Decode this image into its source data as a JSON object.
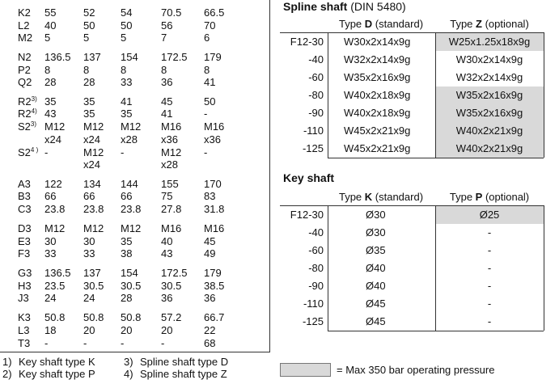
{
  "dim_table": {
    "rows": [
      {
        "label": "K2",
        "sup": "",
        "values": [
          "55",
          "52",
          "54",
          "70.5",
          "66.5"
        ]
      },
      {
        "label": "L2",
        "sup": "",
        "values": [
          "40",
          "50",
          "50",
          "56",
          "70"
        ]
      },
      {
        "label": "M2",
        "sup": "",
        "values": [
          "5",
          "5",
          "5",
          "7",
          "6"
        ]
      },
      {
        "label": "N2",
        "sup": "",
        "values": [
          "136.5",
          "137",
          "154",
          "172.5",
          "179"
        ]
      },
      {
        "label": "P2",
        "sup": "",
        "values": [
          "8",
          "8",
          "8",
          "8",
          "8"
        ]
      },
      {
        "label": "Q2",
        "sup": "",
        "values": [
          "28",
          "28",
          "33",
          "36",
          "41"
        ]
      },
      {
        "label": "R2",
        "sup": "3)",
        "values": [
          "35",
          "35",
          "41",
          "45",
          "50"
        ]
      },
      {
        "label": "R2",
        "sup": "4)",
        "values": [
          "43",
          "35",
          "35",
          "41",
          "-"
        ]
      },
      {
        "label": "S2",
        "sup": "3)",
        "values": [
          "M12",
          "M12",
          "M12",
          "M16",
          "M16"
        ]
      },
      {
        "label": "",
        "sup": "",
        "values": [
          "x24",
          "x24",
          "x28",
          "x36",
          "x36"
        ]
      },
      {
        "label": "S2",
        "sup": "4 )",
        "values": [
          "-",
          "M12",
          "-",
          "M12",
          "-"
        ]
      },
      {
        "label": "",
        "sup": "",
        "values": [
          "",
          "x24",
          "",
          "x28",
          ""
        ]
      },
      {
        "label": "A3",
        "sup": "",
        "values": [
          "122",
          "134",
          "144",
          "155",
          "170"
        ]
      },
      {
        "label": "B3",
        "sup": "",
        "values": [
          "66",
          "66",
          "66",
          "75",
          "83"
        ]
      },
      {
        "label": "C3",
        "sup": "",
        "values": [
          "23.8",
          "23.8",
          "23.8",
          "27.8",
          "31.8"
        ]
      },
      {
        "label": "D3",
        "sup": "",
        "values": [
          "M12",
          "M12",
          "M12",
          "M16",
          "M16"
        ]
      },
      {
        "label": "E3",
        "sup": "",
        "values": [
          "30",
          "30",
          "35",
          "40",
          "45"
        ]
      },
      {
        "label": "F3",
        "sup": "",
        "values": [
          "33",
          "33",
          "38",
          "43",
          "49"
        ]
      },
      {
        "label": "G3",
        "sup": "",
        "values": [
          "136.5",
          "137",
          "154",
          "172.5",
          "179"
        ]
      },
      {
        "label": "H3",
        "sup": "",
        "values": [
          "23.5",
          "30.5",
          "30.5",
          "30.5",
          "38.5"
        ]
      },
      {
        "label": "J3",
        "sup": "",
        "values": [
          "24",
          "24",
          "28",
          "36",
          "36"
        ]
      },
      {
        "label": "K3",
        "sup": "",
        "values": [
          "50.8",
          "50.8",
          "50.8",
          "57.2",
          "66.7"
        ]
      },
      {
        "label": "L3",
        "sup": "",
        "values": [
          "18",
          "20",
          "20",
          "20",
          "22"
        ]
      },
      {
        "label": "T3",
        "sup": "",
        "values": [
          "-",
          "-",
          "-",
          "-",
          "68"
        ]
      }
    ]
  },
  "footnotes": [
    {
      "num": "1)",
      "text": "Key shaft type K"
    },
    {
      "num": "2)",
      "text": "Key shaft type P"
    },
    {
      "num": "3)",
      "text": "Spline shaft type D"
    },
    {
      "num": "4)",
      "text": "Spline shaft type Z"
    }
  ],
  "spline": {
    "title": "Spline shaft",
    "title_suffix": " (DIN 5480)",
    "col1_prefix": "Type ",
    "col1_letter": "D",
    "col1_suffix": " (standard)",
    "col2_prefix": "Type ",
    "col2_letter": "Z",
    "col2_suffix": " (optional)",
    "rows": [
      {
        "size": "F12-30",
        "d": "W30x2x14x9g",
        "z": "W25x1.25x18x9g",
        "shaded": true
      },
      {
        "size": "-40",
        "d": "W32x2x14x9g",
        "z": "W30x2x14x9g",
        "shaded": false
      },
      {
        "size": "-60",
        "d": "W35x2x16x9g",
        "z": "W32x2x14x9g",
        "shaded": false
      },
      {
        "size": "-80",
        "d": "W40x2x18x9g",
        "z": "W35x2x16x9g",
        "shaded": true
      },
      {
        "size": "-90",
        "d": "W40x2x18x9g",
        "z": "W35x2x16x9g",
        "shaded": true
      },
      {
        "size": "-110",
        "d": "W45x2x21x9g",
        "z": "W40x2x21x9g",
        "shaded": true
      },
      {
        "size": "-125",
        "d": "W45x2x21x9g",
        "z": "W40x2x21x9g",
        "shaded": true
      }
    ]
  },
  "key": {
    "title": "Key shaft",
    "col1_prefix": "Type ",
    "col1_letter": "K",
    "col1_suffix": " (standard)",
    "col2_prefix": "Type ",
    "col2_letter": "P",
    "col2_suffix": " (optional)",
    "rows": [
      {
        "size": "F12-30",
        "k": "Ø30",
        "p": "Ø25",
        "shaded": true
      },
      {
        "size": "-40",
        "k": "Ø30",
        "p": "-",
        "shaded": false
      },
      {
        "size": "-60",
        "k": "Ø35",
        "p": "-",
        "shaded": false
      },
      {
        "size": "-80",
        "k": "Ø40",
        "p": "-",
        "shaded": false
      },
      {
        "size": "-90",
        "k": "Ø40",
        "p": "-",
        "shaded": false
      },
      {
        "size": "-110",
        "k": "Ø45",
        "p": "-",
        "shaded": false
      },
      {
        "size": "-125",
        "k": "Ø45",
        "p": "-",
        "shaded": false
      }
    ]
  },
  "legend": {
    "text": "= Max 350 bar operating pressure",
    "swatch_color": "#d9d9d9"
  }
}
